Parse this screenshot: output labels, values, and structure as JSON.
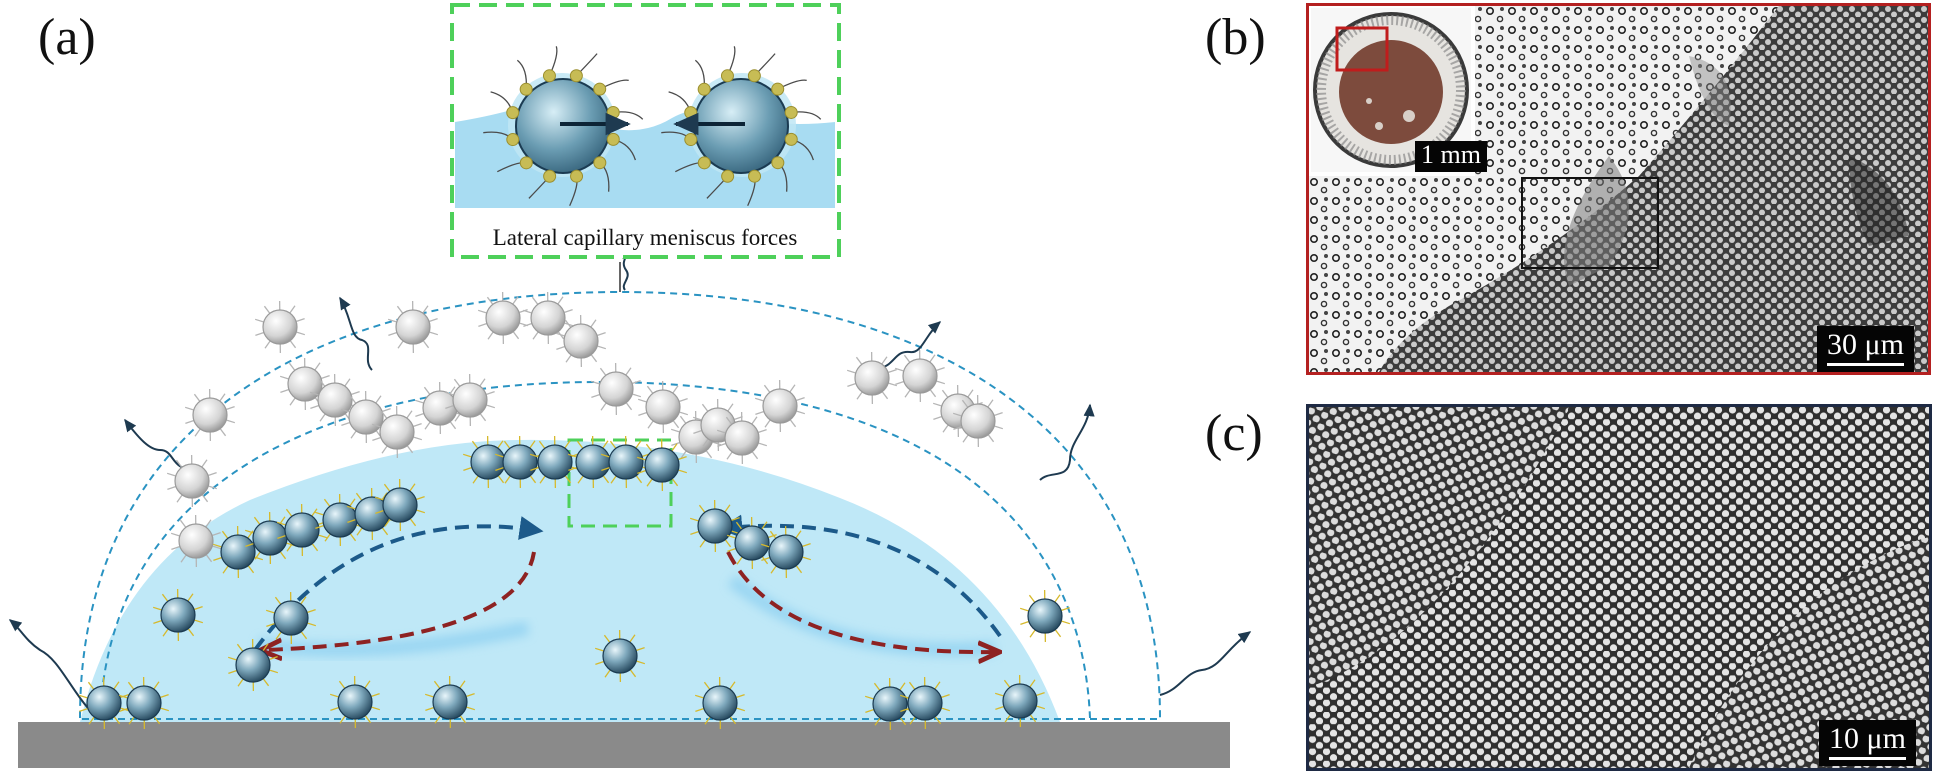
{
  "panels": {
    "a": {
      "label": "(a)",
      "inset_caption": "Lateral capillary meniscus forces"
    },
    "b": {
      "label": "(b)",
      "inset_scale": "1 mm",
      "main_scale": "30 μm"
    },
    "c": {
      "label": "(c)",
      "scale": "10 μm"
    }
  },
  "colors": {
    "droplet": "#bfe8f7",
    "substrate": "#8a8a8a",
    "inset_border": "#4ed05a",
    "flow_blue": "#1c5a8a",
    "flow_red": "#8e2222",
    "panel_b_border": "#b42020",
    "panel_c_border": "#1e2a44"
  }
}
